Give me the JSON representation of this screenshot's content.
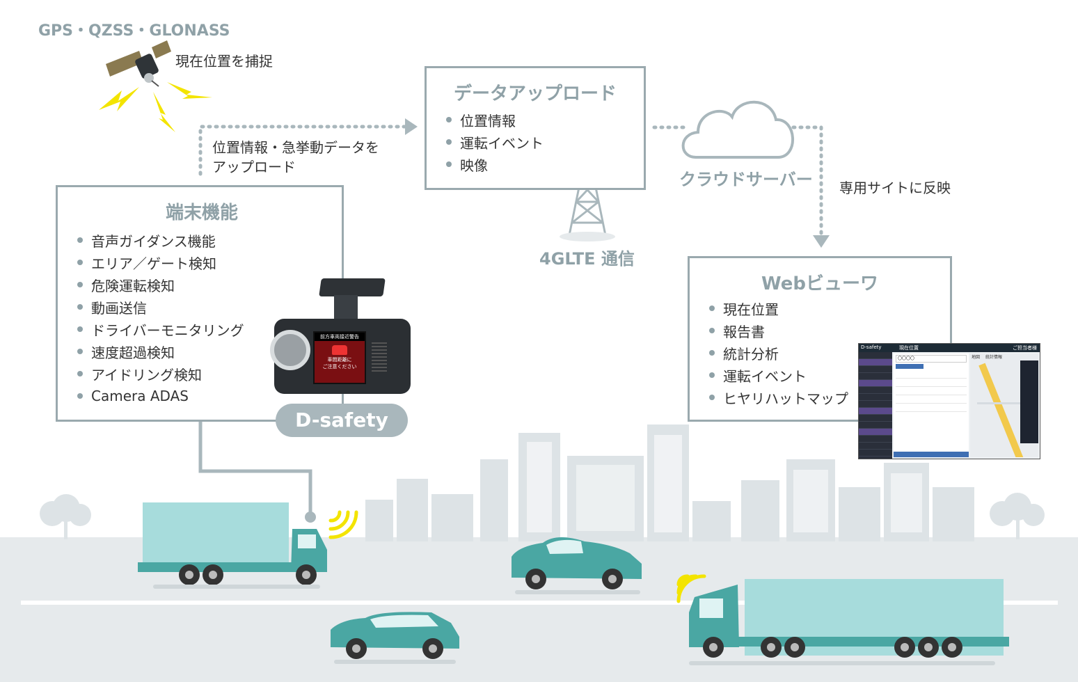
{
  "satellite": {
    "systems": "GPS・QZSS・GLONASS",
    "caption": "現在位置を捕捉"
  },
  "upload_label": {
    "line1": "位置情報・急挙動データを",
    "line2": "アップロード"
  },
  "data_upload": {
    "title": "データアップロード",
    "items": [
      "位置情報",
      "運転イベント",
      "映像"
    ]
  },
  "tower_label": "4GLTE 通信",
  "cloud_label": "クラウドサーバー",
  "reflect_label": "専用サイトに反映",
  "terminal": {
    "title": "端末機能",
    "items": [
      "音声ガイダンス機能",
      "エリア／ゲート検知",
      "危険運転検知",
      "動画送信",
      "ドライバーモニタリング",
      "速度超過検知",
      "アイドリング検知",
      "Camera ADAS"
    ]
  },
  "device_screen": {
    "line1": "前方車両接近警告",
    "line2": "車間距離に",
    "line3": "ご注意ください"
  },
  "brand": "D-safety",
  "web_viewer": {
    "title": "Webビューワ",
    "items": [
      "現在位置",
      "報告書",
      "統計分析",
      "運転イベント",
      "ヒヤリハットマップ"
    ]
  },
  "webshot": {
    "app_name": "D-safety",
    "header_title": "現在位置",
    "user": "ご担当者様",
    "tab_map": "地図",
    "tab_stats": "統計情報",
    "search_value": "〇〇〇〇"
  },
  "colors": {
    "box_border": "#9aa9ae",
    "title": "#8fa1a7",
    "vehicle": "#4aa7a3",
    "cargo": "#a7dcdc",
    "bolt": "#f3e400",
    "city": "#dde3e6",
    "road": "#e6eaec"
  }
}
